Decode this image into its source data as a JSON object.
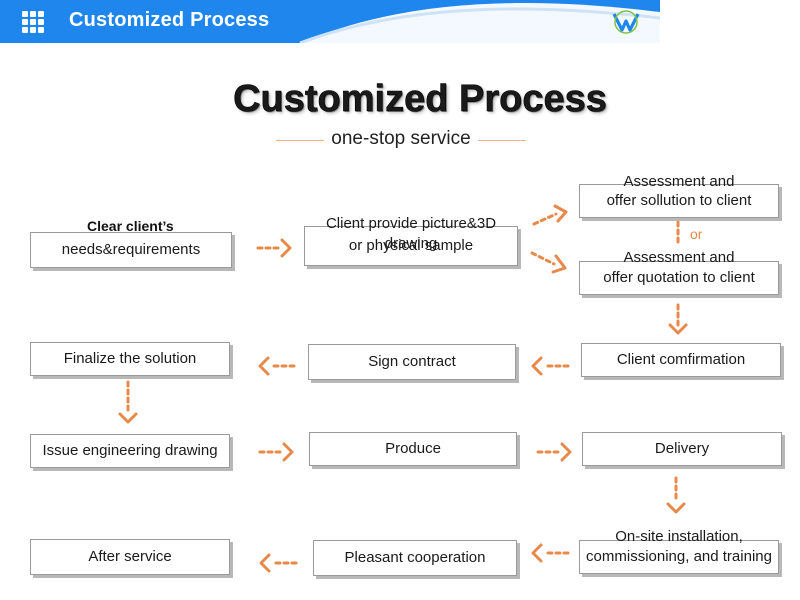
{
  "header": {
    "title": "Customized Process",
    "menu_icon": "grid-icon",
    "logo_icon": "brand-logo-icon",
    "bar_color": "#1f86ee"
  },
  "diagram": {
    "title": "Customized Process",
    "subtitle": "one-stop service",
    "accent_color": "#e8894a",
    "step1": {
      "label_top": "Clear client’s",
      "label": "needs&requirements"
    },
    "step2": {
      "line1": "Client  provide picture&3D drawing",
      "line2": "or physical sample"
    },
    "step3a": {
      "line1": "Assessment and",
      "line2": "offer sollution to client"
    },
    "or_label": "or",
    "step3b": {
      "line1": "Assessment and",
      "line2": "offer quotation to client"
    },
    "step4": {
      "label": "Client comfirmation"
    },
    "step5": {
      "label": "Sign contract"
    },
    "step6": {
      "label": "Finalize the solution"
    },
    "step7": {
      "label": "Issue engineering drawing"
    },
    "step8": {
      "label": "Produce"
    },
    "step9": {
      "label": "Delivery"
    },
    "step10": {
      "line1": "On-site installation,",
      "line2": "commissioning, and training"
    },
    "step11": {
      "label": "Pleasant cooperation"
    },
    "step12": {
      "label": "After service"
    }
  }
}
